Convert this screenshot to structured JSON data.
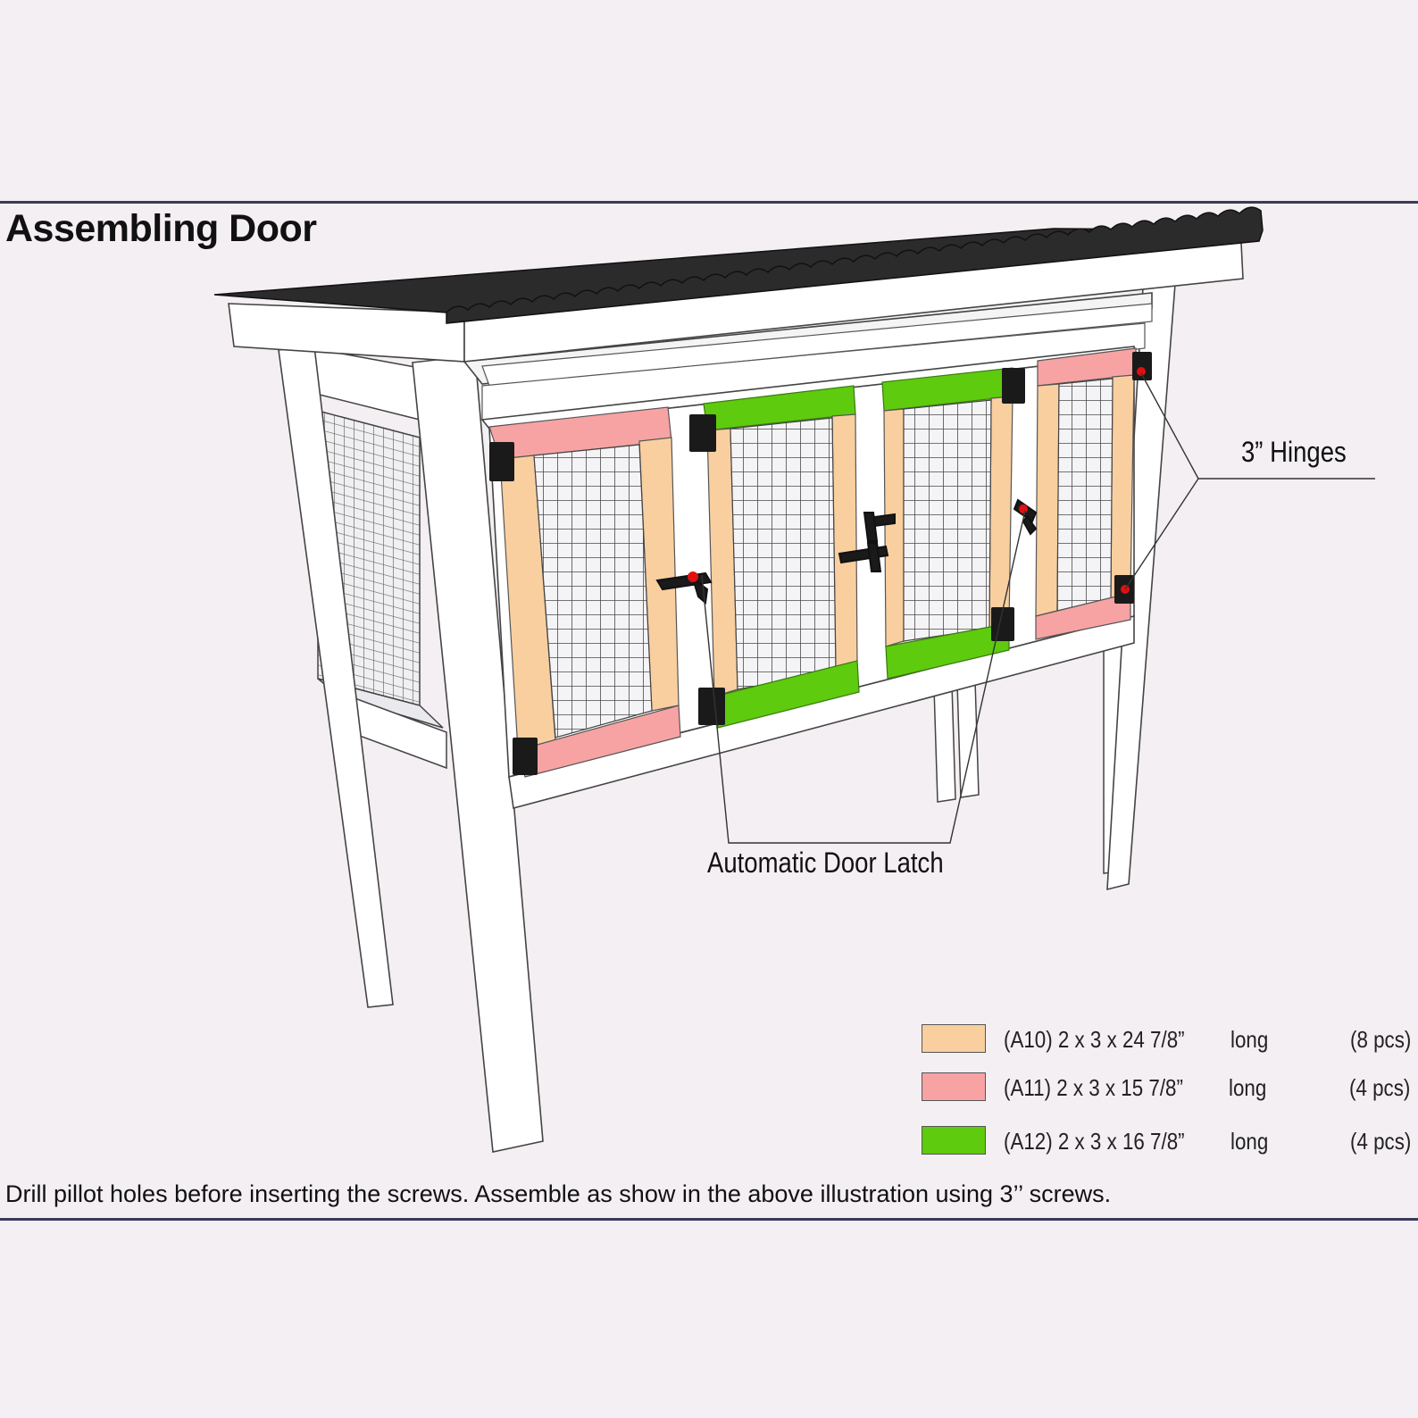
{
  "title": "Assembling Door",
  "footer_note": "Drill pillot holes before inserting the screws. Assemble as show in the above illustration using 3’’ screws.",
  "callouts": {
    "hinges": "3” Hinges",
    "latch": "Automatic Door Latch"
  },
  "legend": [
    {
      "color": "#f9cfa0",
      "part": "(A10) 2 x 3 x 24 7/8”",
      "unit": "long",
      "qty": "(8 pcs)"
    },
    {
      "color": "#f7a3a3",
      "part": "(A11) 2 x 3 x 15 7/8”",
      "unit": "long",
      "qty": "(4 pcs)"
    },
    {
      "color": "#5ecb0e",
      "part": "(A12) 2 x 3 x 16 7/8”",
      "unit": "long",
      "qty": "(4 pcs)"
    }
  ],
  "colors": {
    "background": "#f3eff3",
    "rule": "#3a3a5c",
    "roof": "#2b2b2b",
    "frame": "#ffffff",
    "mesh": "#555555",
    "hardware": "#1a1a1a",
    "latch_dot": "#e01010"
  }
}
